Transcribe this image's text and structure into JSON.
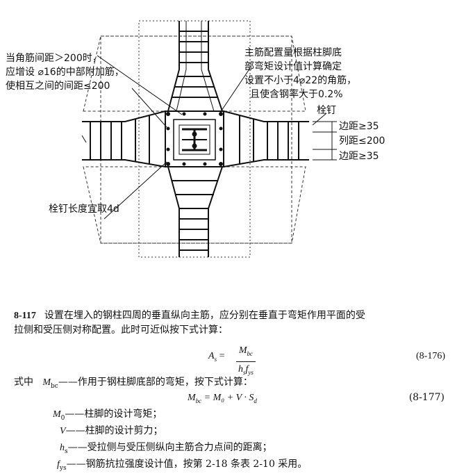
{
  "figure": {
    "notes": {
      "left_1": "当角筋间距＞200时，",
      "left_2": "应增设 ⌀16的中部附加筋，",
      "left_3": "使相互之间的间距≤200",
      "right_1": "主筋配置量根据柱脚底",
      "right_2": "部弯矩设计值计算确定",
      "right_3": "设置不小于4⌀22的角筋，",
      "right_4": "且使含钢率大于0.2%",
      "stud": "栓钉",
      "edge1": "边距≥35",
      "spacing": "列距≤200",
      "edge2": "边距≥35",
      "stud_len": "栓钉长度宜取4d"
    }
  },
  "text": {
    "section_no": "8-117",
    "para_1": "设置在埋入的钢柱四周的垂直纵向主筋，应分别在垂直于弯矩作用平面的受",
    "para_2": "拉侧和受压侧对称配置。此时可近似按下式计算：",
    "eq1_lhs": "A",
    "eq1_lhs_sub": "s",
    "eq1_eq": " = ",
    "eq1_num": "M",
    "eq1_num_sub": "bc",
    "eq1_den_h": "h",
    "eq1_den_h_sub": "s",
    "eq1_den_f": "f",
    "eq1_den_f_sub": "ys",
    "eq1_tag": "(8-176)",
    "where_label": "式中",
    "def_mbc_sym": "M",
    "def_mbc_sub": "bc",
    "def_mbc_text": "——作用于钢柱脚底部的弯矩，按下式计算：",
    "eq2": "M",
    "eq2_sub": "bc",
    "eq2_rhs": " = M₀ + V · S",
    "eq2_rhs_sub": "d",
    "eq2_tag": "(8-177)",
    "def_m0_sym": "M",
    "def_m0_sub": "0",
    "def_m0_text": "——柱脚的设计弯矩；",
    "def_v_sym": "V",
    "def_v_text": "——柱脚的设计剪力；",
    "def_hs_sym": "h",
    "def_hs_sub": "s",
    "def_hs_text": "——受拉侧与受压侧纵向主筋合力点间的距离；",
    "def_fys_sym": "f",
    "def_fys_sub": "ys",
    "def_fys_text": "——钢筋抗拉强度设计值，按第 2-18 条表 2-10 采用。"
  }
}
